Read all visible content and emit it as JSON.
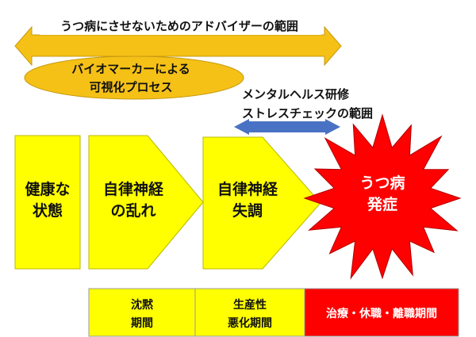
{
  "top_arrow": {
    "label": "うつ病にさせないためのアドバイザーの範囲",
    "color": "#F5C116"
  },
  "ellipse": {
    "lines": [
      "バイオマーカーによる",
      "可視化プロセス"
    ],
    "color": "#F5C116"
  },
  "blue_arrow": {
    "lines": [
      "メンタルヘルス研修",
      "ストレスチェックの範囲"
    ],
    "color": "#4A72C4"
  },
  "stages": [
    {
      "lines": [
        "健康な",
        "状態"
      ]
    },
    {
      "lines": [
        "自律神経",
        "の乱れ"
      ]
    },
    {
      "lines": [
        "自律神経",
        "失調"
      ]
    }
  ],
  "burst": {
    "lines": [
      "うつ病",
      "発症"
    ],
    "color": "#FF0000"
  },
  "periods": [
    {
      "lines": [
        "沈黙",
        "期間"
      ]
    },
    {
      "lines": [
        "生産性",
        "悪化期間"
      ]
    },
    {
      "lines": [
        "治療・休職・離職期間"
      ]
    }
  ],
  "colors": {
    "stage_fill": "#FFFF00",
    "red": "#FF0000"
  }
}
